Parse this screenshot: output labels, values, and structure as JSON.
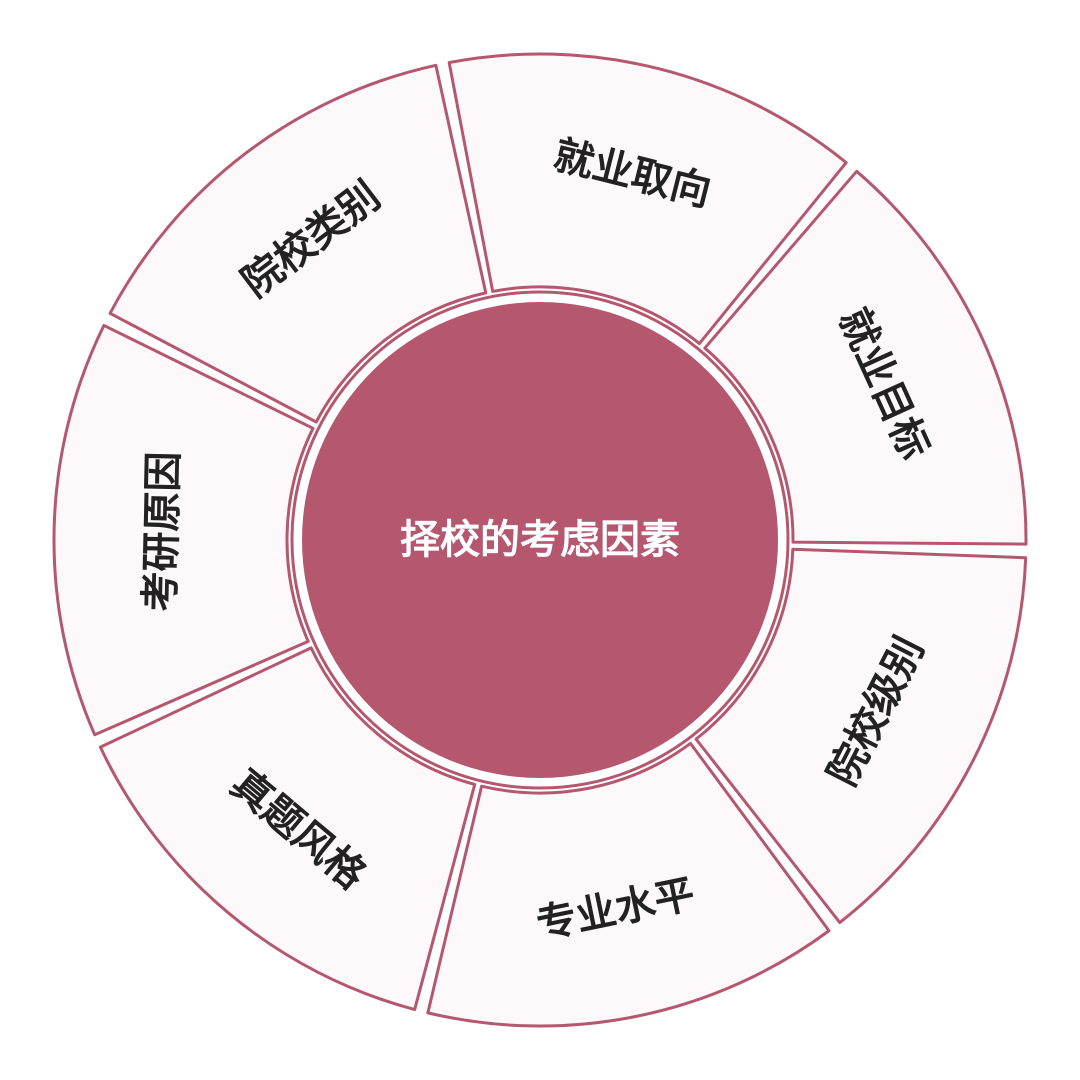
{
  "center": {
    "title": "择校的考虑因素"
  },
  "segments": [
    {
      "label": "院校类别"
    },
    {
      "label": "就业取向"
    },
    {
      "label": "就业目标"
    },
    {
      "label": "院校级别"
    },
    {
      "label": "专业水平"
    },
    {
      "label": "真题风格"
    },
    {
      "label": "考研原因"
    }
  ],
  "colors": {
    "accent": "#b5586f",
    "segment_fill": "#fdf8f9",
    "segment_stroke": "#b5586f",
    "center_fill": "#b5586f",
    "center_text": "#ffffff",
    "label_text": "#222222"
  }
}
